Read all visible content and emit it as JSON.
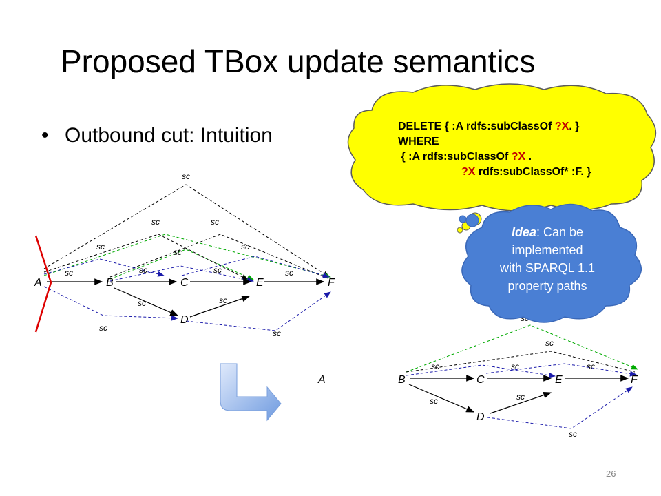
{
  "title": "Proposed TBox update semantics",
  "bullet": "Outbound cut: Intuition",
  "edge_label": "sc",
  "nodes": {
    "A": "A",
    "B": "B",
    "C": "C",
    "D": "D",
    "E": "E",
    "F": "F"
  },
  "sparql_callout": {
    "line1a": "DELETE { :A rdfs:subClassOf ",
    "line1b": "?X",
    "line1c": ". }",
    "line2": "WHERE",
    "line3a": " { :A rdfs:subClassOf ",
    "line3b": "?X",
    "line3c": " .",
    "line4a": "?X",
    "line4b": " rdfs:subClassOf* ",
    "line4c": ":F. }"
  },
  "idea_callout": {
    "label": "Idea",
    "text_line1": ": Can be",
    "text_line2": "implemented",
    "text_line3": "with SPARQL 1.1",
    "text_line4": "property paths"
  },
  "page_number": "26",
  "colors": {
    "black_edge": "#000000",
    "green_edge": "#00aa00",
    "blue_edge": "#1a1aaa",
    "cut_line": "#dd0000",
    "yellow_cloud": "#ffff00",
    "blue_cloud": "#4a7fd4",
    "sparql_red": "#c00000"
  }
}
